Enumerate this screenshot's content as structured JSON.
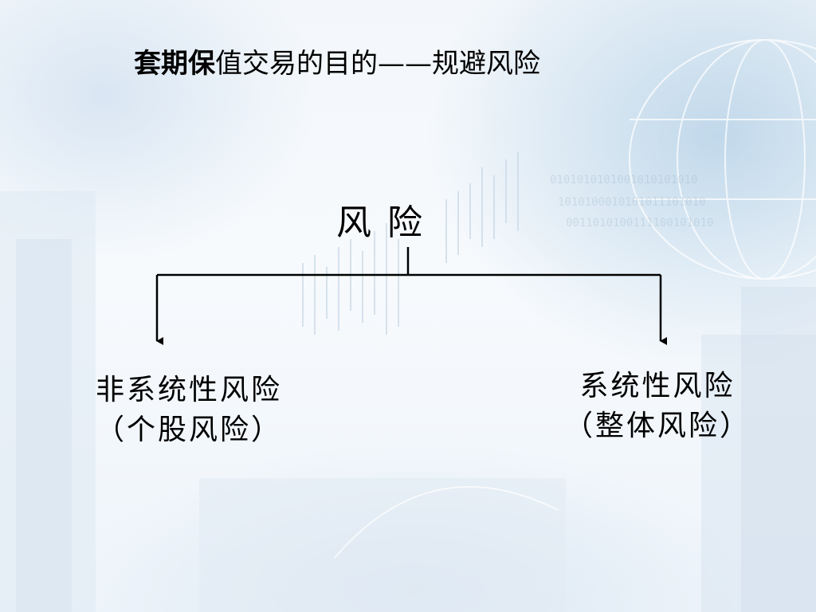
{
  "slide": {
    "title_bold": "套期保",
    "title_rest": "值交易的目的——规避风险"
  },
  "diagram": {
    "root": "风险",
    "children": [
      {
        "label": "非系统性风险",
        "sub": "（个股风险）"
      },
      {
        "label": "系统性风险",
        "sub": "（整体风险）"
      }
    ]
  },
  "colors": {
    "text": "#000000",
    "connector": "#000000"
  }
}
